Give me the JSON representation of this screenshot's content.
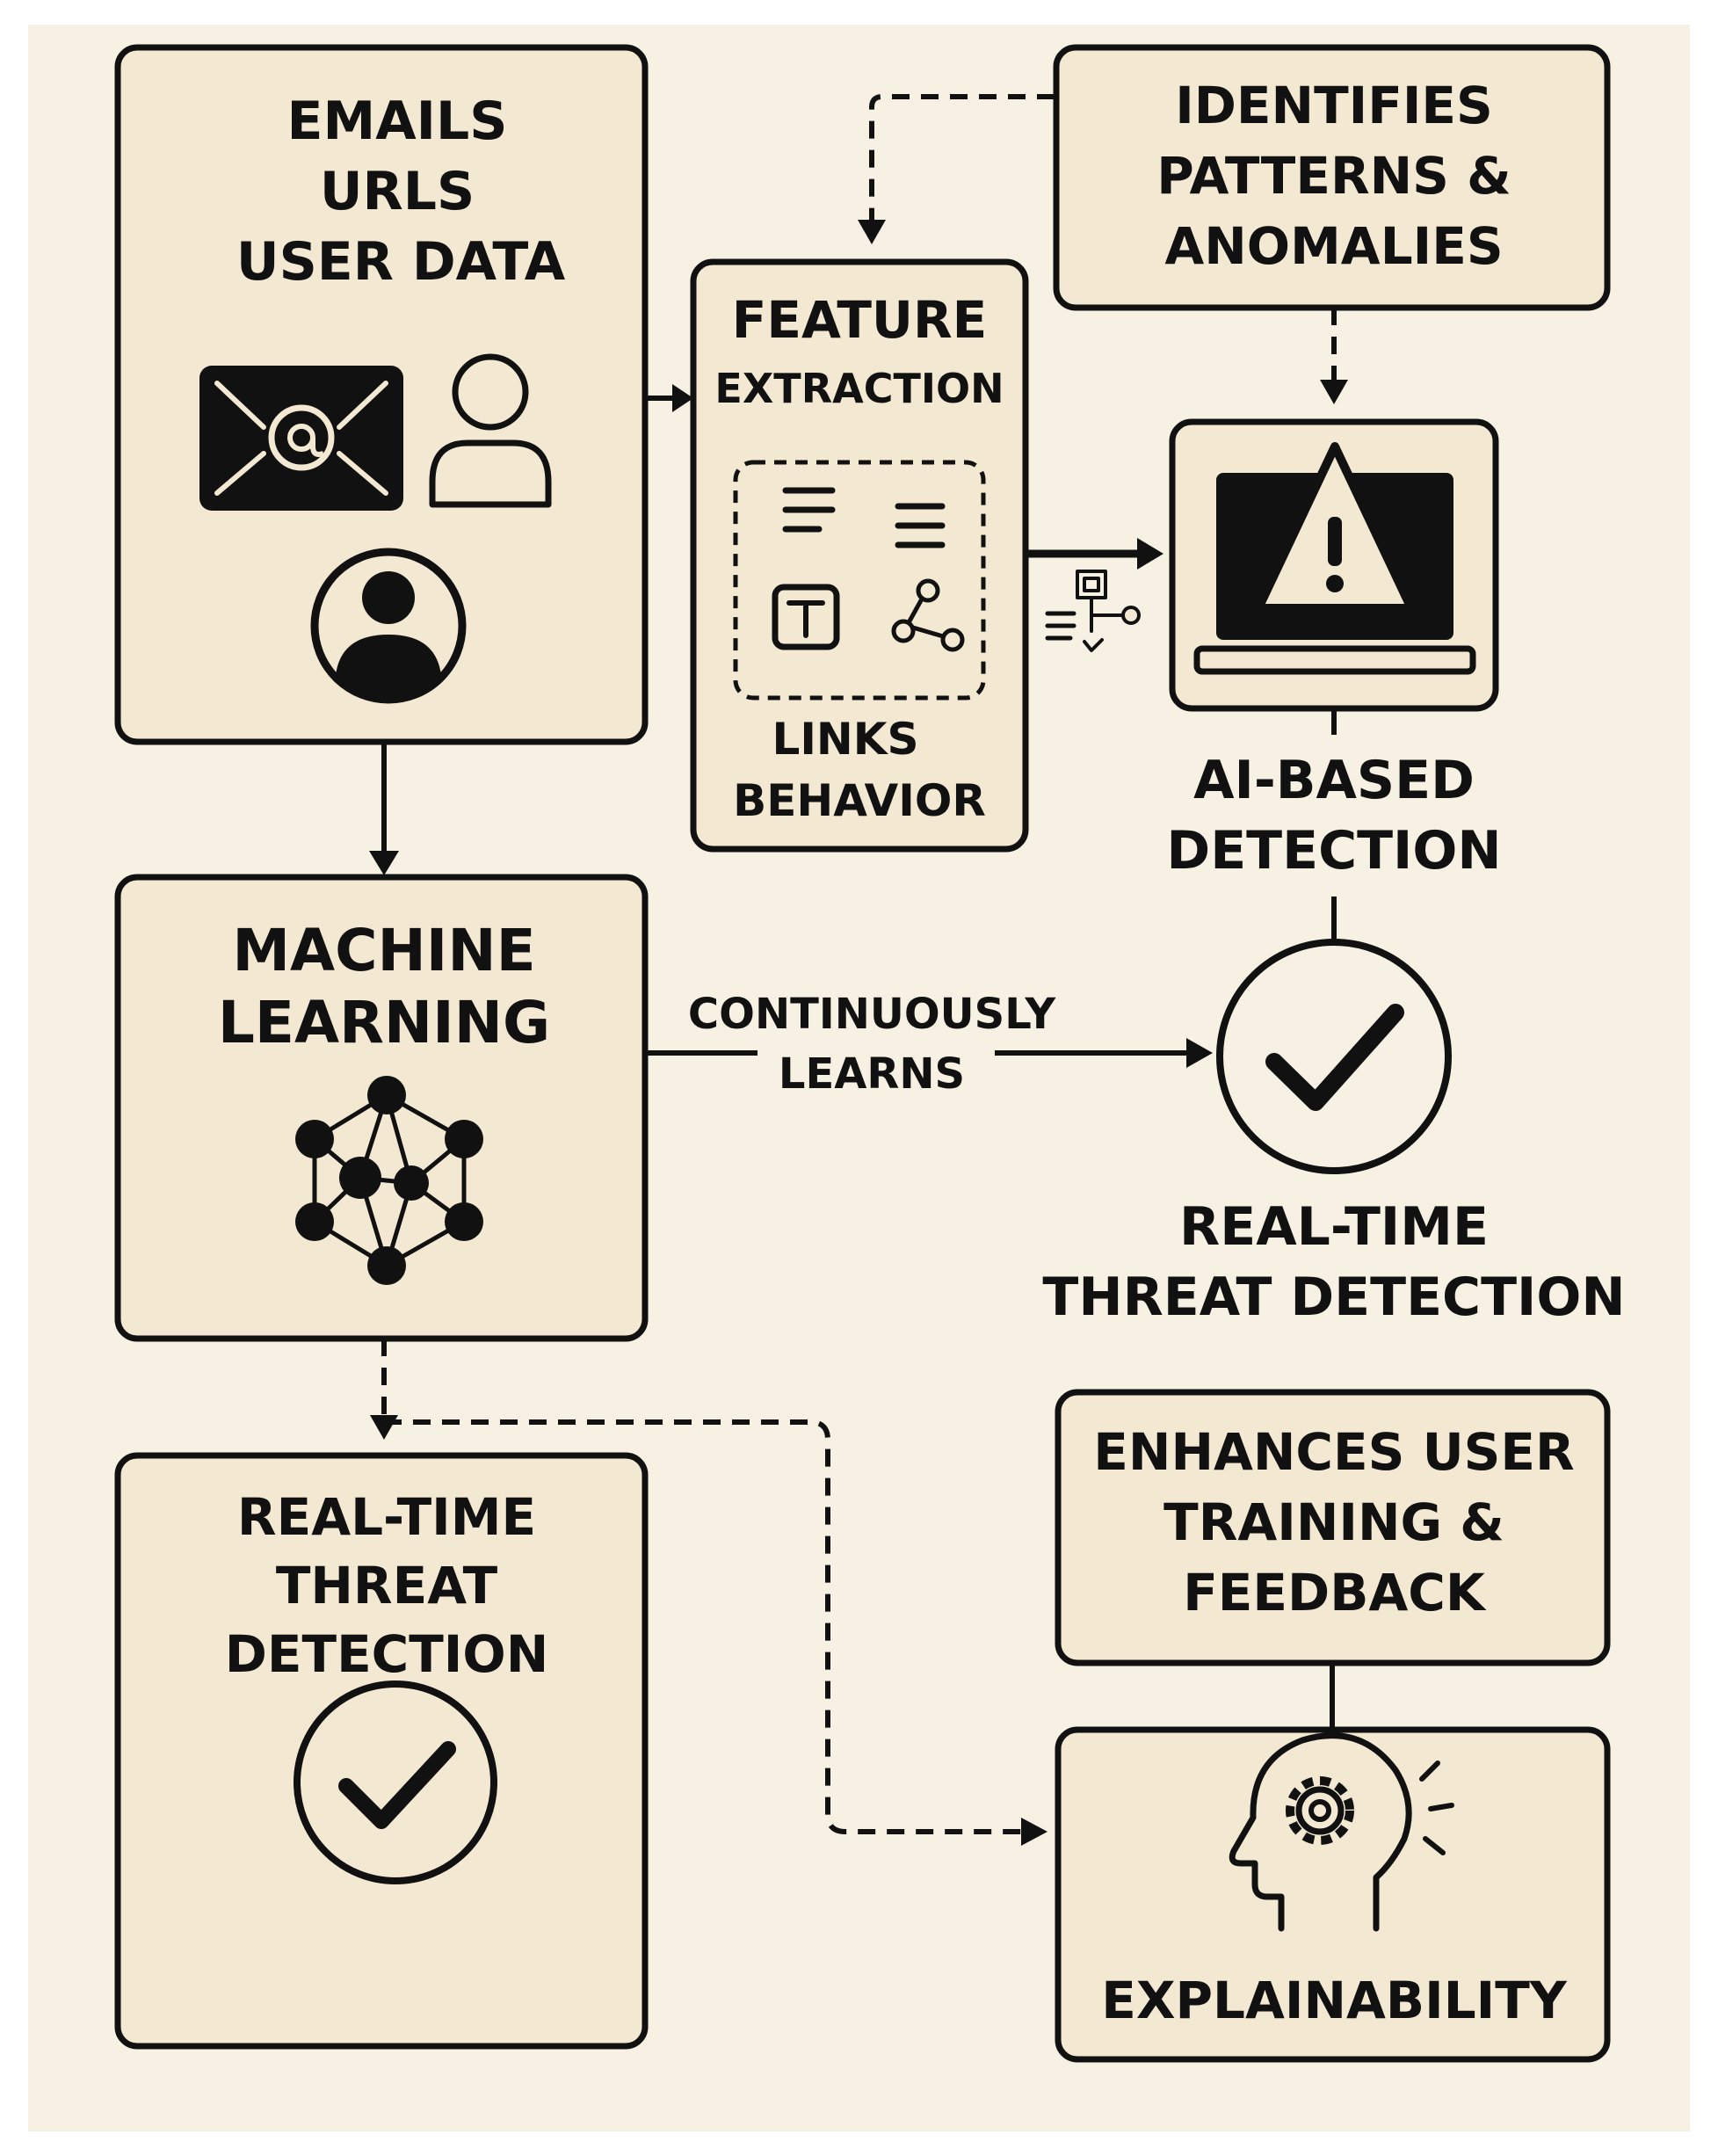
{
  "input_box": {
    "lines": [
      "EMAILS",
      "URLS",
      "USER DATA"
    ]
  },
  "feature_box": {
    "title": "FEATURE",
    "subtitle": "EXTRACTION",
    "bottom": [
      "LINKS",
      "BEHAVIOR"
    ]
  },
  "patterns_box": {
    "lines": [
      "IDENTIFIES",
      "PATTERNS &",
      "ANOMALIES"
    ]
  },
  "ai_detection": {
    "lines": [
      "AI-BASED",
      "DETECTION"
    ]
  },
  "ml_box": {
    "lines": [
      "MACHINE",
      "LEARNING"
    ]
  },
  "continuously_learns": {
    "lines": [
      "CONTINUOUSLY",
      "LEARNS"
    ]
  },
  "rt_detection_right": {
    "lines": [
      "REAL-TIME",
      "THREAT DETECTION"
    ]
  },
  "rt_detection_box": {
    "lines": [
      "REAL-TIME",
      "THREAT",
      "DETECTION"
    ]
  },
  "training_box": {
    "lines": [
      "ENHANCES USER",
      "TRAINING &",
      "FEEDBACK"
    ]
  },
  "explain_box": {
    "label": "EXPLAINABILITY"
  },
  "icons": [
    "email-at-icon",
    "user-outline-icon",
    "user-circle-icon",
    "text-lines-icon",
    "text-icon",
    "link-nodes-icon",
    "laptop-warning-icon",
    "data-flow-icon",
    "checkmark-circle-icon",
    "neural-network-icon",
    "head-gear-icon"
  ]
}
